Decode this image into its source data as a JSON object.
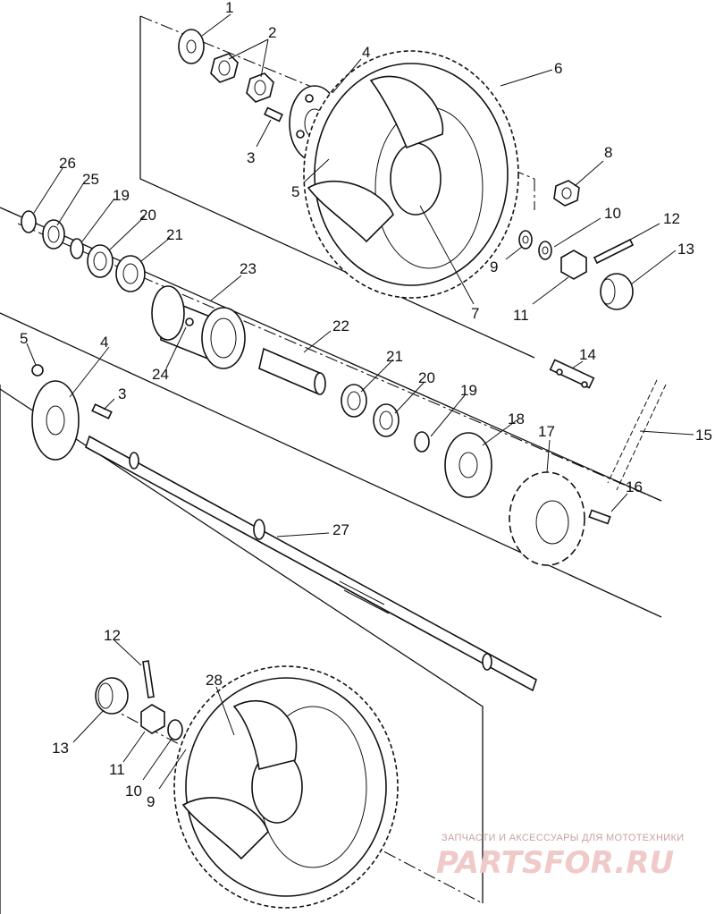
{
  "diagram": {
    "callouts": [
      {
        "id": "c1",
        "text": "1"
      },
      {
        "id": "c2",
        "text": "2"
      },
      {
        "id": "c3a",
        "text": "3"
      },
      {
        "id": "c4a",
        "text": "4"
      },
      {
        "id": "c5a",
        "text": "5"
      },
      {
        "id": "c6",
        "text": "6"
      },
      {
        "id": "c7",
        "text": "7"
      },
      {
        "id": "c8",
        "text": "8"
      },
      {
        "id": "c9a",
        "text": "9"
      },
      {
        "id": "c10a",
        "text": "10"
      },
      {
        "id": "c11a",
        "text": "11"
      },
      {
        "id": "c12a",
        "text": "12"
      },
      {
        "id": "c13a",
        "text": "13"
      },
      {
        "id": "c14",
        "text": "14"
      },
      {
        "id": "c15",
        "text": "15"
      },
      {
        "id": "c16",
        "text": "16"
      },
      {
        "id": "c17",
        "text": "17"
      },
      {
        "id": "c18",
        "text": "18"
      },
      {
        "id": "c19a",
        "text": "19"
      },
      {
        "id": "c20a",
        "text": "20"
      },
      {
        "id": "c21a",
        "text": "21"
      },
      {
        "id": "c22",
        "text": "22"
      },
      {
        "id": "c23",
        "text": "23"
      },
      {
        "id": "c24",
        "text": "24"
      },
      {
        "id": "c25",
        "text": "25"
      },
      {
        "id": "c26",
        "text": "26"
      },
      {
        "id": "c21b",
        "text": "21"
      },
      {
        "id": "c20b",
        "text": "20"
      },
      {
        "id": "c19b",
        "text": "19"
      },
      {
        "id": "c5b",
        "text": "5"
      },
      {
        "id": "c4b",
        "text": "4"
      },
      {
        "id": "c3b",
        "text": "3"
      },
      {
        "id": "c27",
        "text": "27"
      },
      {
        "id": "c12b",
        "text": "12"
      },
      {
        "id": "c28",
        "text": "28"
      },
      {
        "id": "c13b",
        "text": "13"
      },
      {
        "id": "c11b",
        "text": "11"
      },
      {
        "id": "c10b",
        "text": "10"
      },
      {
        "id": "c9b",
        "text": "9"
      }
    ]
  },
  "watermark": {
    "tagline": "ЗАПЧАСТИ И АКСЕССУАРЫ ДЛЯ МОТОТЕХНИКИ",
    "brand": "PARTSFOR.RU"
  },
  "colors": {
    "ink": "#111111",
    "watermark_text": "#c9a2a2",
    "watermark_logo": "#f0c9c9"
  }
}
